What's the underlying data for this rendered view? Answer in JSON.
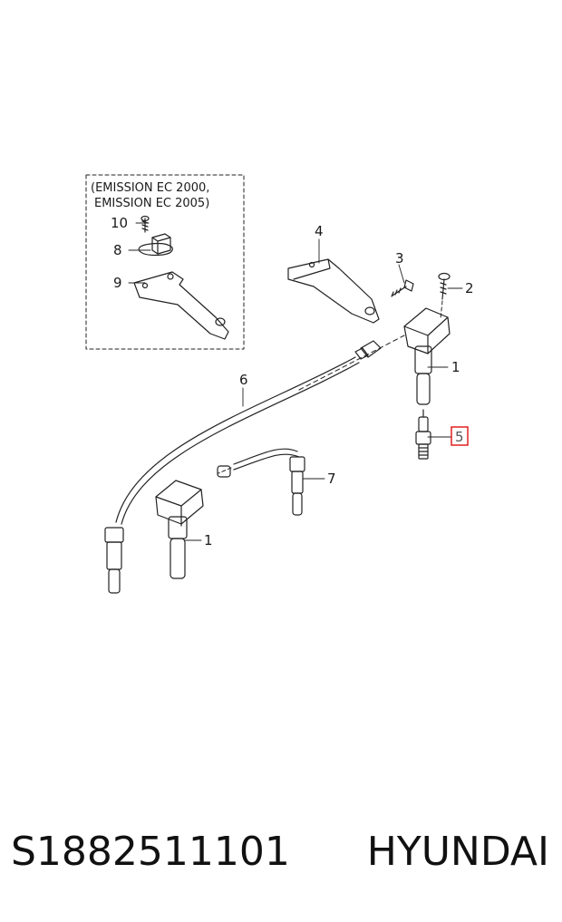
{
  "diagram": {
    "emission_note_line1": "(EMISSION EC 2000,",
    "emission_note_line2": "EMISSION EC 2005)",
    "callouts": {
      "c1_upper": "1",
      "c1_lower": "1",
      "c2": "2",
      "c3": "3",
      "c4": "4",
      "c5": "5",
      "c6": "6",
      "c7": "7",
      "c8": "8",
      "c9": "9",
      "c10": "10"
    },
    "highlight_color": "#e02020"
  },
  "caption": {
    "part_number": "S1882511101",
    "brand": "HYUNDAI"
  }
}
